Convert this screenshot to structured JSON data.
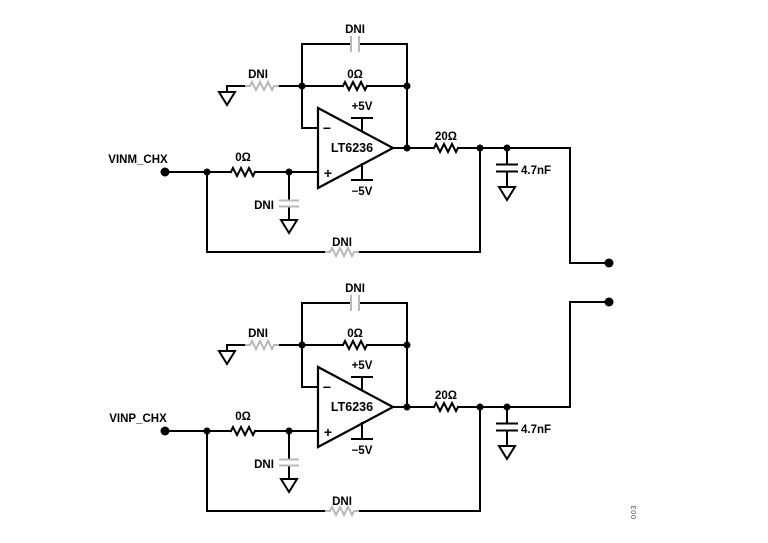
{
  "figure_number": "003",
  "colors": {
    "wire": "#000000",
    "dni_component": "#b8b8b8",
    "background": "#ffffff"
  },
  "circuits": [
    {
      "input_label": "VINM_CHX",
      "input_resistor_value": "0Ω",
      "input_shunt_cap_label": "DNI",
      "feedback_cap_label": "DNI",
      "feedback_resistor_value": "0Ω",
      "ground_resistor_label": "DNI",
      "return_resistor_label": "DNI",
      "output_resistor_value": "20Ω",
      "output_cap_value": "4.7nF",
      "opamp_part": "LT6236",
      "opamp_minus": "−",
      "opamp_plus": "+",
      "supply_positive": "+5V",
      "supply_negative": "−5V"
    },
    {
      "input_label": "VINP_CHX",
      "input_resistor_value": "0Ω",
      "input_shunt_cap_label": "DNI",
      "feedback_cap_label": "DNI",
      "feedback_resistor_value": "0Ω",
      "ground_resistor_label": "DNI",
      "return_resistor_label": "DNI",
      "output_resistor_value": "20Ω",
      "output_cap_value": "4.7nF",
      "opamp_part": "LT6236",
      "opamp_minus": "−",
      "opamp_plus": "+",
      "supply_positive": "+5V",
      "supply_negative": "−5V"
    }
  ]
}
